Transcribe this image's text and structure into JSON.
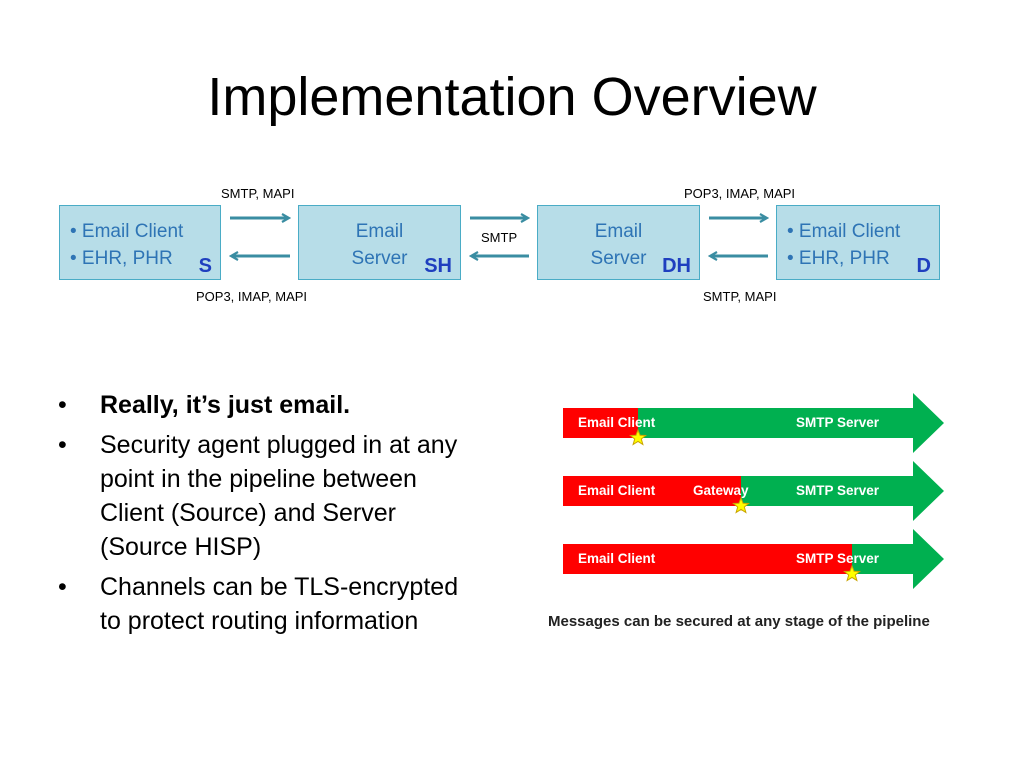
{
  "title": "Implementation Overview",
  "diagram": {
    "boxes": [
      {
        "lines": [
          "• Email Client",
          "• EHR, PHR"
        ],
        "tag": "S"
      },
      {
        "lines": [
          "Email",
          "Server"
        ],
        "tag": "SH"
      },
      {
        "lines": [
          "Email",
          "Server"
        ],
        "tag": "DH"
      },
      {
        "lines": [
          "• Email Client",
          "• EHR, PHR"
        ],
        "tag": "D"
      }
    ],
    "protocols": {
      "s_to_sh_top": "SMTP, MAPI",
      "s_to_sh_bottom": "POP3, IMAP, MAPI",
      "sh_to_dh": "SMTP",
      "dh_to_d_top": "POP3, IMAP, MAPI",
      "dh_to_d_bottom": "SMTP, MAPI"
    },
    "arrow_color": "#3a8da2"
  },
  "bullets": [
    "Really, it’s just email.",
    "Security agent plugged in at any point in the pipeline between Client (Source) and Server (Source HISP)",
    "Channels can be TLS-encrypted to protect routing information"
  ],
  "pipeline": {
    "rows": [
      {
        "labels": [
          "Email Client",
          "SMTP Server"
        ]
      },
      {
        "labels": [
          "Email Client",
          "Gateway",
          "SMTP Server"
        ]
      },
      {
        "labels": [
          "Email Client",
          "SMTP Server"
        ]
      }
    ],
    "caption": "Messages can be secured at any stage of the pipeline",
    "colors": {
      "red": "#ff0000",
      "green": "#00b050",
      "star": "#ffff00"
    }
  }
}
